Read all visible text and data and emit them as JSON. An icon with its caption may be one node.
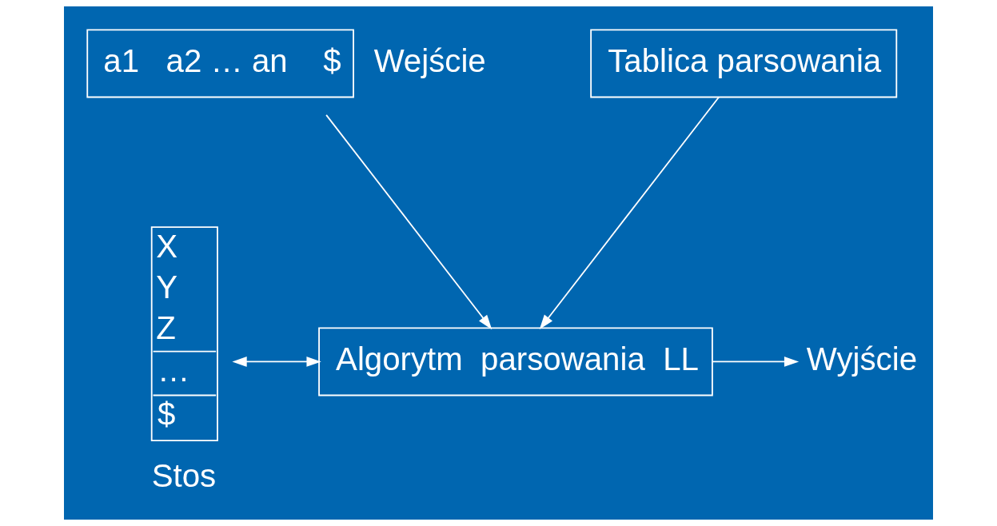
{
  "diagram": {
    "nodes": [
      {
        "text": [
          "a1   a2 … an    $"
        ],
        "beside": [
          "Wejście"
        ]
      },
      {
        "text": [
          "X",
          "Y",
          "Z",
          "…",
          "$"
        ],
        "beside": [
          "Stos"
        ]
      },
      {
        "text": [
          "Algorytm  parsowania  LL"
        ]
      },
      {
        "text": [
          "Wyjście"
        ]
      },
      {
        "text": [
          "Tablica parsowania"
        ]
      }
    ],
    "edges": [
      {
        "from": 0,
        "to": 2,
        "arrow": "to"
      },
      {
        "from": 1,
        "to": 2,
        "arrow": "both"
      },
      {
        "from": 2,
        "to": 3,
        "arrow": "to"
      },
      {
        "from": 4,
        "to": 2,
        "arrow": "to"
      }
    ]
  }
}
